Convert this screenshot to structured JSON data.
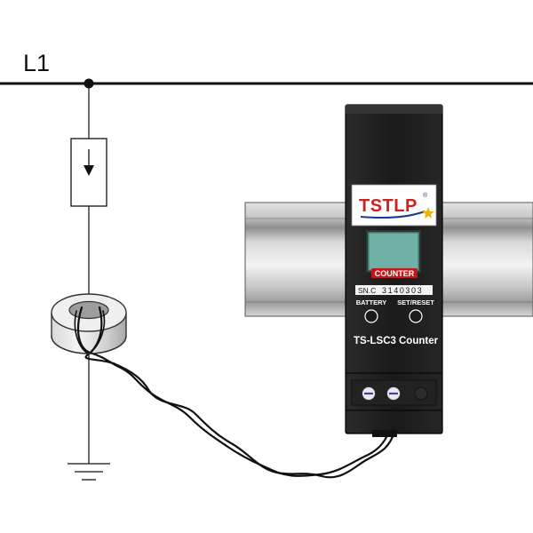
{
  "line": {
    "label": "L1"
  },
  "device": {
    "brand": "TSTLP",
    "registered_mark": "®",
    "display_label": "COUNTER",
    "serial_prefix": "SN.C",
    "serial_number": "3140303",
    "battery_label": "BATTERY",
    "set_reset_label": "SET/RESET",
    "model": "TS-LSC3",
    "model_suffix": "Counter"
  },
  "colors": {
    "wire": "#111111",
    "device_body": "#1c1c1c",
    "display": "#6fb1a7",
    "counter_badge": "#c0181b",
    "brand_red": "#d0201d",
    "brand_blue": "#1a3a8a",
    "brand_accent": "#f0b400"
  }
}
